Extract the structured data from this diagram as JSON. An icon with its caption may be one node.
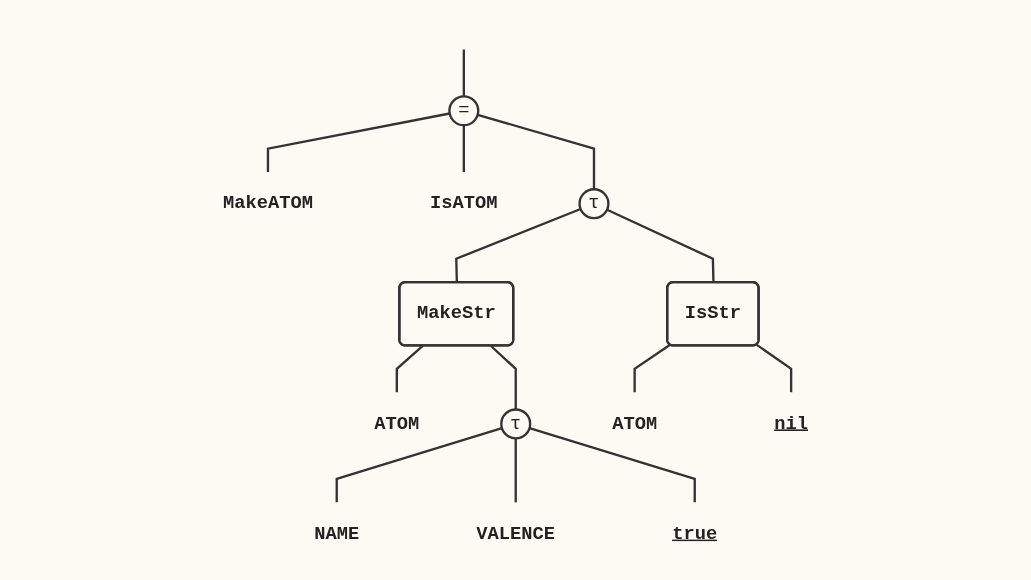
{
  "diagram": {
    "nodes": [
      {
        "text": [
          "="
        ]
      },
      {
        "text": [
          "τ"
        ]
      },
      {
        "text": [
          "MakeStr"
        ]
      },
      {
        "text": [
          "IsStr"
        ]
      },
      {
        "text": [
          "MakeATOM"
        ]
      },
      {
        "text": [
          "IsATOM"
        ]
      },
      {
        "text": [
          "ATOM"
        ]
      },
      {
        "text": [
          "ATOM"
        ]
      },
      {
        "text": [
          "nil"
        ]
      },
      {
        "text": [
          "τ"
        ]
      },
      {
        "text": [
          "NAME"
        ]
      },
      {
        "text": [
          "true"
        ]
      },
      {
        "text": [
          "VALENCE"
        ]
      }
    ],
    "edges": [
      {
        "from": null,
        "to": 0,
        "arrow": "none"
      },
      {
        "from": 0,
        "to": 4,
        "arrow": "none"
      },
      {
        "from": 0,
        "to": 5,
        "arrow": "none"
      },
      {
        "from": 0,
        "to": 1,
        "arrow": "none"
      },
      {
        "from": 1,
        "to": 2,
        "arrow": "none"
      },
      {
        "from": 1,
        "to": 3,
        "arrow": "none"
      },
      {
        "from": 2,
        "to": 6,
        "arrow": "none"
      },
      {
        "from": 2,
        "to": 9,
        "arrow": "none"
      },
      {
        "from": 3,
        "to": 7,
        "arrow": "none"
      },
      {
        "from": 3,
        "to": 8,
        "arrow": "none"
      },
      {
        "from": 9,
        "to": 10,
        "arrow": "none"
      },
      {
        "from": 9,
        "to": 12,
        "arrow": "none"
      },
      {
        "from": 9,
        "to": 11,
        "arrow": "none"
      }
    ]
  }
}
